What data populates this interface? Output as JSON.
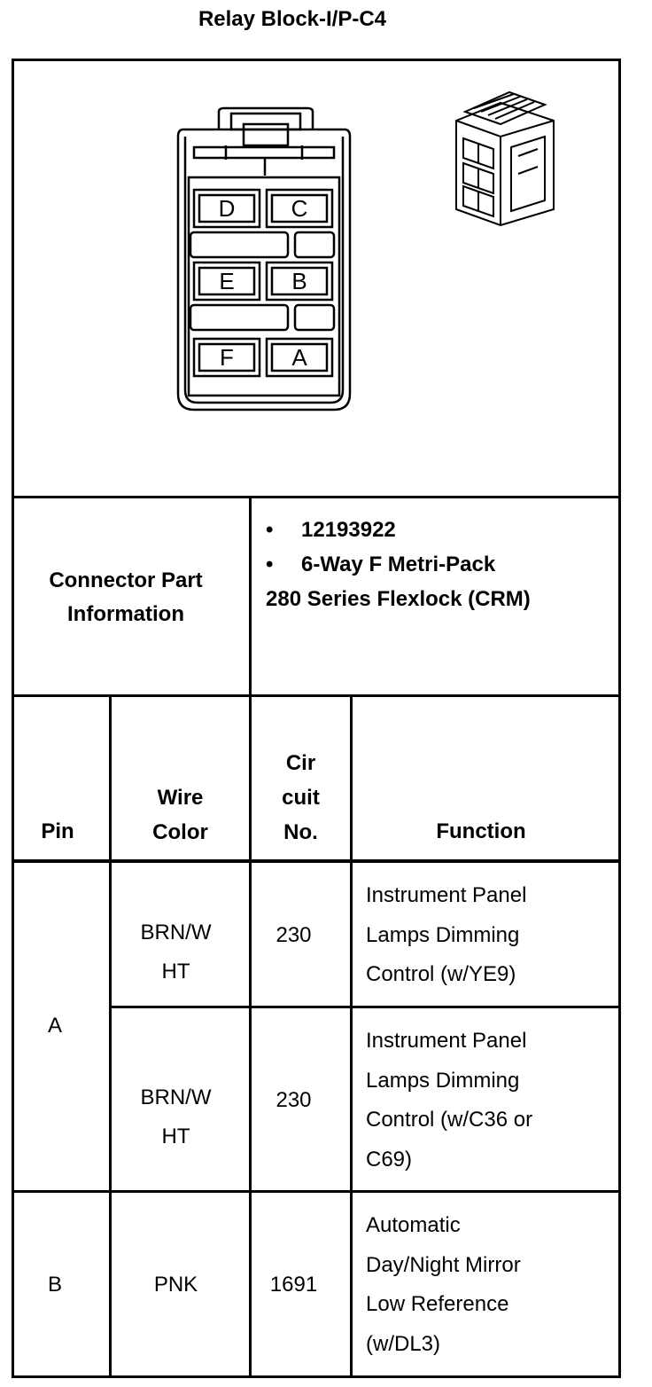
{
  "title": "Relay Block-I/P-C4",
  "connector_face": {
    "cavities": [
      "D",
      "C",
      "E",
      "B",
      "F",
      "A"
    ]
  },
  "connector_info": {
    "label": "Connector Part Information",
    "items": [
      "12193922",
      "6-Way F Metri-Pack"
    ],
    "continuation": "280 Series Flexlock (CRM)"
  },
  "table": {
    "headers": {
      "pin": "Pin",
      "wire_color_1": "Wire",
      "wire_color_2": "Color",
      "circuit_1": "Cir",
      "circuit_2": "cuit",
      "circuit_3": "No.",
      "function": "Function"
    },
    "rows": [
      {
        "pin": "A",
        "wire_1": "BRN/W",
        "wire_2": "HT",
        "circuit": "230",
        "function": [
          "Instrument Panel",
          "Lamps Dimming",
          "Control (w/YE9)"
        ]
      },
      {
        "pin": "",
        "wire_1": "BRN/W",
        "wire_2": "HT",
        "circuit": "230",
        "function": [
          "Instrument Panel",
          "Lamps Dimming",
          "Control (w/C36 or",
          "C69)"
        ]
      },
      {
        "pin": "B",
        "wire_1": "PNK",
        "wire_2": "",
        "circuit": "1691",
        "function": [
          "Automatic",
          "Day/Night Mirror",
          "Low Reference",
          "(w/DL3)"
        ]
      }
    ]
  }
}
